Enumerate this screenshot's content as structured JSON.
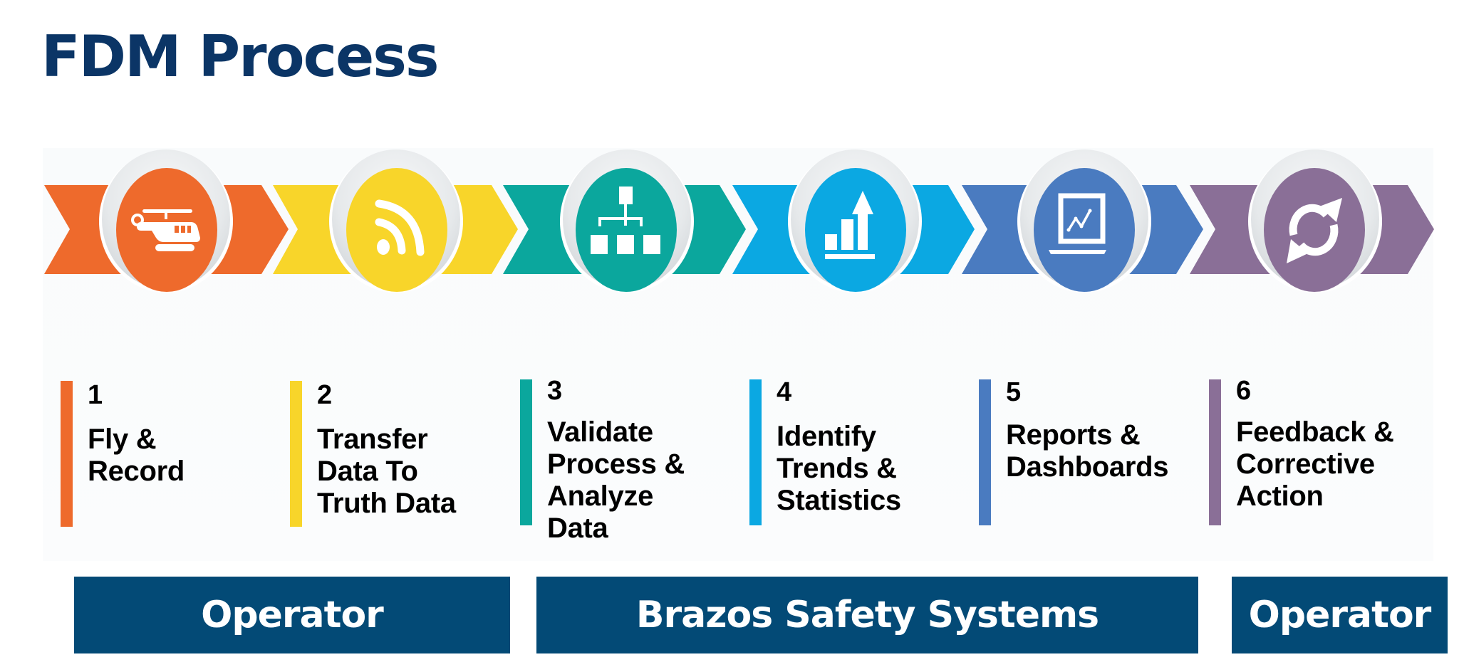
{
  "title": "FDM Process",
  "colors": {
    "title": "#0b3566",
    "banner": "#034a76",
    "ring": "#e4e7ea",
    "panel": "#f9fbfc"
  },
  "steps": [
    {
      "number": "1",
      "label": "Fly &\nRecord",
      "color": "#ee6a2c",
      "icon": "helicopter-icon"
    },
    {
      "number": "2",
      "label": "Transfer\nData To\nTruth Data",
      "color": "#f8d52a",
      "icon": "rss-feed-icon"
    },
    {
      "number": "3",
      "label": "Validate\nProcess &\nAnalyze\nData",
      "color": "#0ba79d",
      "icon": "org-chart-icon"
    },
    {
      "number": "4",
      "label": "Identify\nTrends &\nStatistics",
      "color": "#0ba8e2",
      "icon": "bar-chart-up-arrow-icon"
    },
    {
      "number": "5",
      "label": "Reports &\nDashboards",
      "color": "#4a7bc0",
      "icon": "laptop-chart-icon"
    },
    {
      "number": "6",
      "label": "Feedback &\nCorrective\nAction",
      "color": "#8a6f97",
      "icon": "refresh-cycle-icon"
    }
  ],
  "banners": [
    {
      "label": "Operator"
    },
    {
      "label": "Brazos Safety Systems"
    },
    {
      "label": "Operator"
    }
  ]
}
